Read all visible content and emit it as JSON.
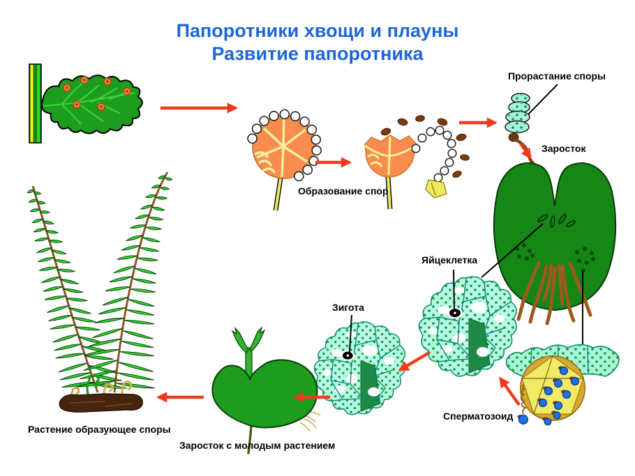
{
  "title": {
    "line1": "Папоротники хвощи и плауны",
    "line2": "Развитие папоротника"
  },
  "labels": {
    "spore_formation": "Образование спор",
    "spore_germination": "Прорастание споры",
    "prothallus": "Заросток",
    "egg_cell": "Яйцеклетка",
    "zygote": "Зигота",
    "sperm": "Сперматозоид",
    "spore_forming_plant": "Растение образующее споры",
    "prothallus_with_young_plant": "Заросток с молодым растением"
  },
  "colors": {
    "title_blue": "#1d66d9",
    "arrow_red": "#ed3b1e",
    "label_black": "#000000",
    "fern_green": "#2fd32f",
    "prothallus_dark_green": "#168616",
    "young_prothallus_green": "#1e9c1e",
    "cell_cyan": "#b8f7ec",
    "cell_dot_green": "#0fa00f",
    "antheridium_yellow": "#f2e966",
    "antheridium_rim": "#d4a92c",
    "sperm_blue": "#1e72dc",
    "spore_brown": "#7a3b0e",
    "sporangium_orange": "#fb8c4e",
    "sporangium_wall_yellow": "#f3f0a0",
    "sori_orange": "#f08033",
    "rhizoid_brown": "#9c5a1e",
    "background": "#ffffff"
  }
}
